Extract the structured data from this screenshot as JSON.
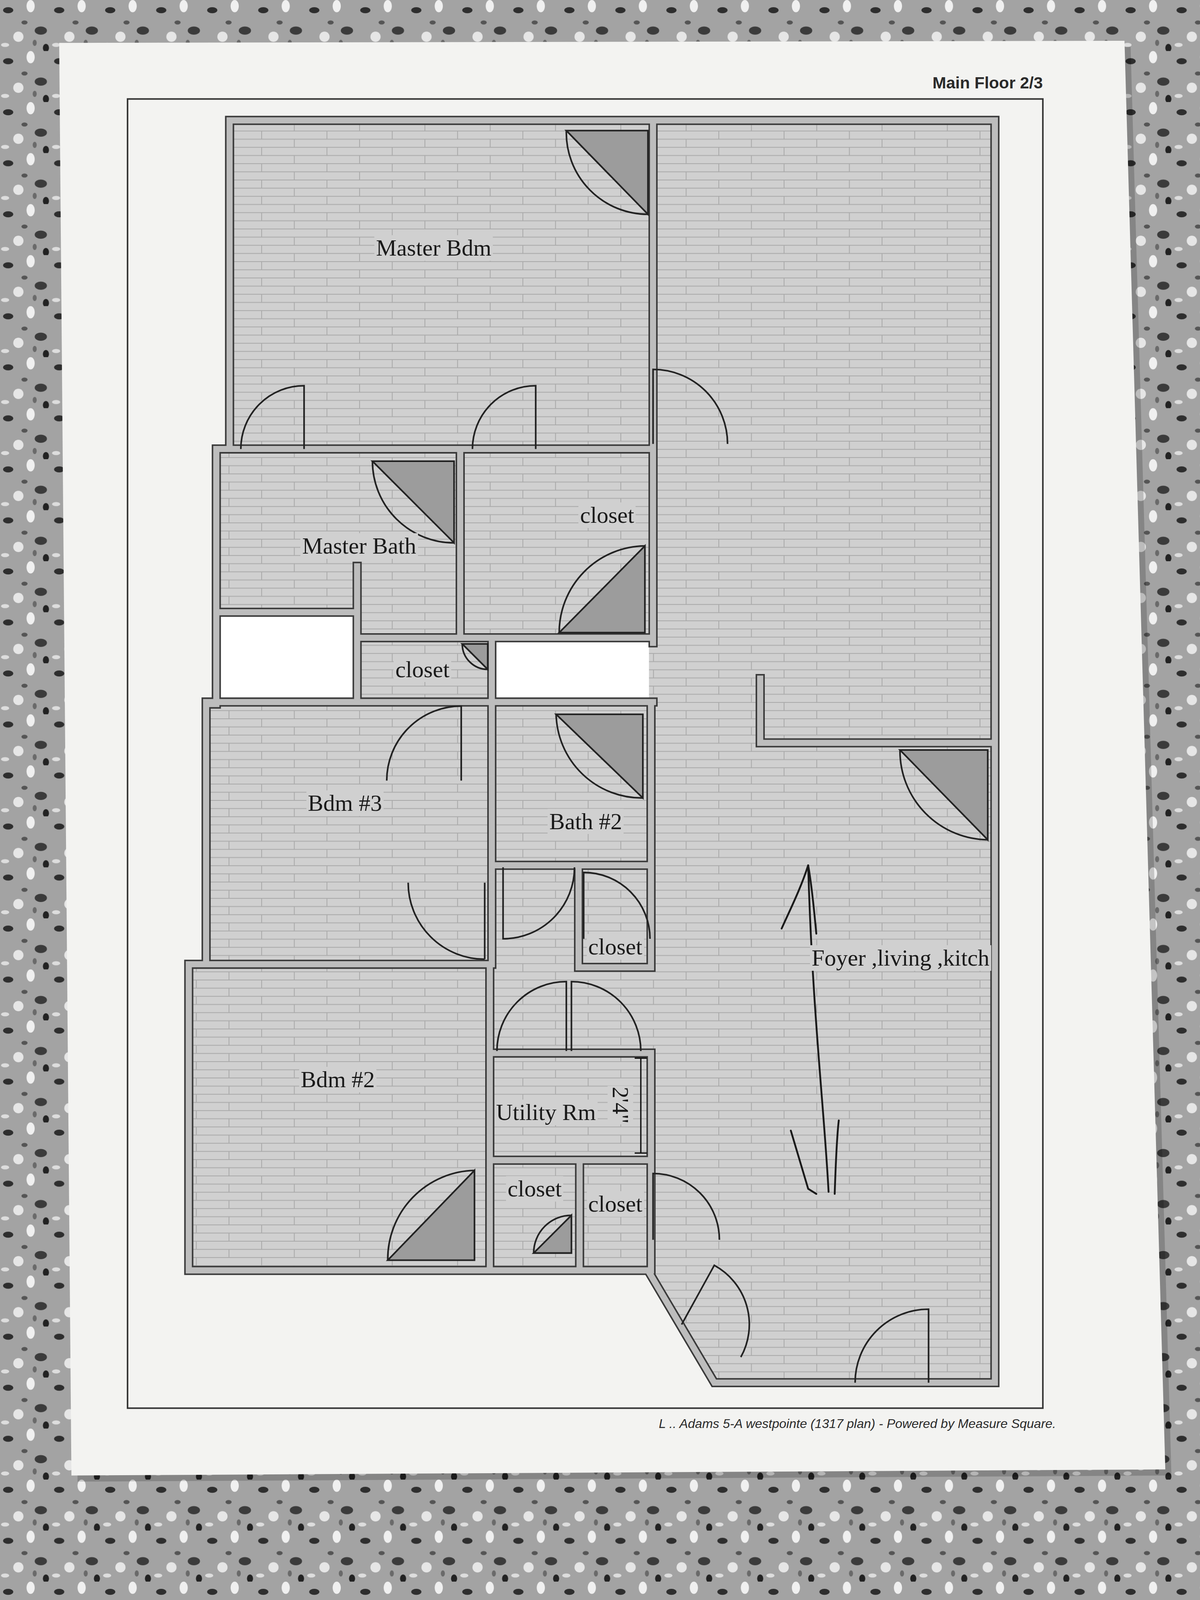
{
  "diagram": {
    "title": "Main Floor 2/3",
    "caption": "L .. Adams 5-A westpointe (1317 plan) - Powered by Measure Square.",
    "nodes": [
      {
        "text": [
          "Master Bdm"
        ]
      },
      {
        "text": [
          "Master Bath"
        ]
      },
      {
        "text": [
          "closet"
        ]
      },
      {
        "text": [
          "closet"
        ]
      },
      {
        "text": [
          "Bdm #3"
        ]
      },
      {
        "text": [
          "Bath #2"
        ]
      },
      {
        "text": [
          "closet"
        ]
      },
      {
        "text": [
          "Foyer ,living ,kitch"
        ]
      },
      {
        "text": [
          "Bdm #2"
        ]
      },
      {
        "text": [
          "Utility Rm"
        ]
      },
      {
        "text": [
          "closet"
        ]
      },
      {
        "text": [
          "closet"
        ]
      }
    ],
    "labels": [
      "2'4\""
    ]
  }
}
